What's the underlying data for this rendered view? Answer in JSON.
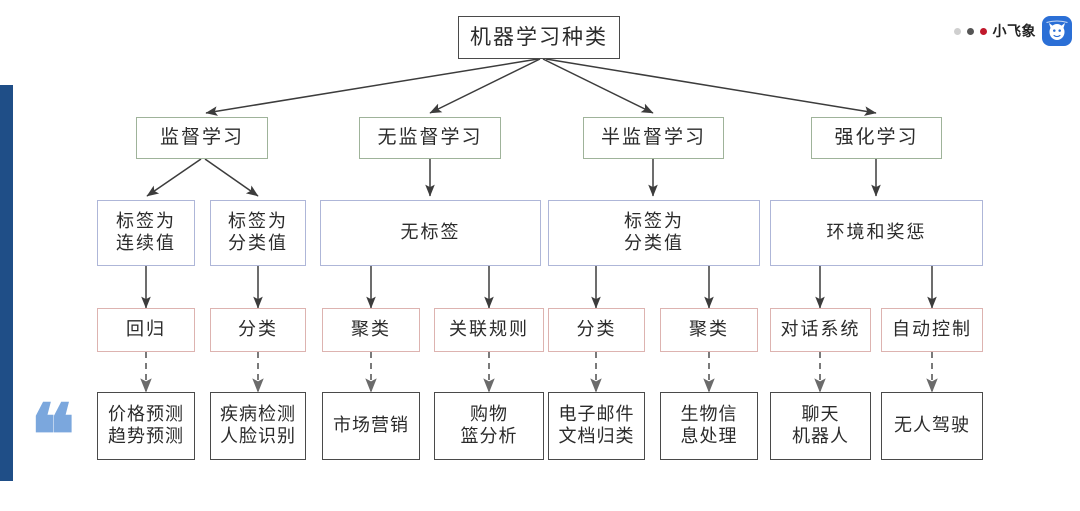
{
  "watermark": {
    "text": "小飞象",
    "dots": [
      "#cfcfcf",
      "#555555",
      "#c0182b"
    ],
    "logo_name": "xiaofeixiang-logo",
    "logo_bg": "#2b6fd6"
  },
  "decor": {
    "left_bar_color": "#1f4e87",
    "quote_glyph": "❝",
    "quote_color": "#7ba7dd"
  },
  "palette": {
    "root_border": "#4a4a4a",
    "level2_border": "#9fb39a",
    "level3_border": "#aeb6d8",
    "level4_border": "#ddb3b0",
    "level5_border": "#4a4a4a",
    "connector": "#3c3c3c",
    "connector_dashed": "#6b6b6b"
  },
  "diagram": {
    "title": "机器学习种类",
    "nodes": {
      "root": "机器学习种类",
      "l2": [
        "监督学习",
        "无监督学习",
        "半监督学习",
        "强化学习"
      ],
      "l3": [
        "标签为\n连续值",
        "标签为\n分类值",
        "无标签",
        "标签为\n分类值",
        "环境和奖惩"
      ],
      "l4": [
        "回归",
        "分类",
        "聚类",
        "关联规则",
        "分类",
        "聚类",
        "对话系统",
        "自动控制"
      ],
      "l5": [
        "价格预测\n趋势预测",
        "疾病检测\n人脸识别",
        "市场营销",
        "购物\n篮分析",
        "电子邮件\n文档归类",
        "生物信\n息处理",
        "聊天\n机器人",
        "无人驾驶"
      ]
    }
  }
}
